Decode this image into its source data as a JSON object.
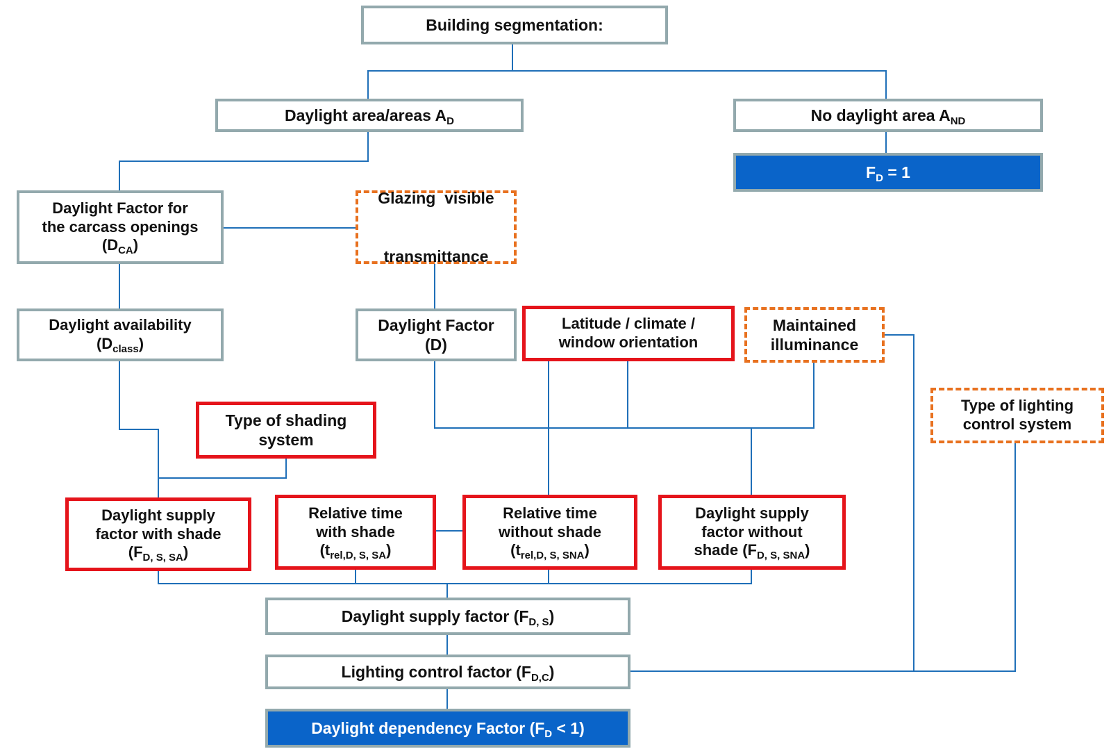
{
  "nodes": {
    "building_segmentation": {
      "line1": "Building segmentation:"
    },
    "daylight_area": {
      "text": "Daylight area/areas A",
      "sub": "D"
    },
    "no_daylight_area": {
      "text": "No daylight area A",
      "sub": "ND"
    },
    "fd_equals_one": {
      "pre": "F",
      "sub": "D",
      "post": " = 1"
    },
    "daylight_factor_carcass": {
      "line1": "Daylight Factor for",
      "line2": "the carcass openings",
      "pre3": "(D",
      "sub3": "CA",
      "post3": ")"
    },
    "glazing_transmittance": {
      "line1": "Glazing  visible",
      "line2": "transmittance"
    },
    "daylight_availability": {
      "line1": "Daylight availability",
      "pre2": "(D",
      "sub2": "class",
      "post2": ")"
    },
    "daylight_factor": {
      "line1": "Daylight Factor",
      "line2": "(D)"
    },
    "latitude_climate": {
      "line1": "Latitude / climate /",
      "line2": "window orientation"
    },
    "maintained_illuminance": {
      "line1": "Maintained",
      "line2": "illuminance"
    },
    "type_of_shading": {
      "line1": "Type of shading",
      "line2": "system"
    },
    "type_of_lighting_control": {
      "line1": "Type of lighting",
      "line2": "control system"
    },
    "supply_with_shade": {
      "line1": "Daylight supply",
      "line2": "factor with shade",
      "pre3": "(F",
      "sub3": "D, S, SA",
      "post3": ")"
    },
    "relative_time_with_shade": {
      "line1": "Relative time",
      "line2": "with shade",
      "pre3": "(t",
      "sub3": "rel,D, S, SA",
      "post3": ")"
    },
    "relative_time_without_shade": {
      "line1": "Relative time",
      "line2": "without shade",
      "pre3": "(t",
      "sub3": "rel,D, S, SNA",
      "post3": ")"
    },
    "supply_without_shade": {
      "line1": "Daylight supply",
      "line2": "factor without",
      "pre3": "shade (F",
      "sub3": "D, S, SNA",
      "post3": ")"
    },
    "daylight_supply_factor": {
      "pre": "Daylight supply factor (F",
      "sub": "D, S",
      "post": ")"
    },
    "lighting_control_factor": {
      "pre": "Lighting control factor (F",
      "sub": "D,C",
      "post": ")"
    },
    "daylight_dependency_factor": {
      "pre": "Daylight dependency Factor (F",
      "sub": "D",
      "post": " < 1)"
    }
  },
  "colors": {
    "connector": "#1f6fb8",
    "gray_border": "#93a9ad",
    "red_border": "#e5141b",
    "orange_dashed_border": "#e8711f",
    "result_fill": "#0a64c9"
  }
}
